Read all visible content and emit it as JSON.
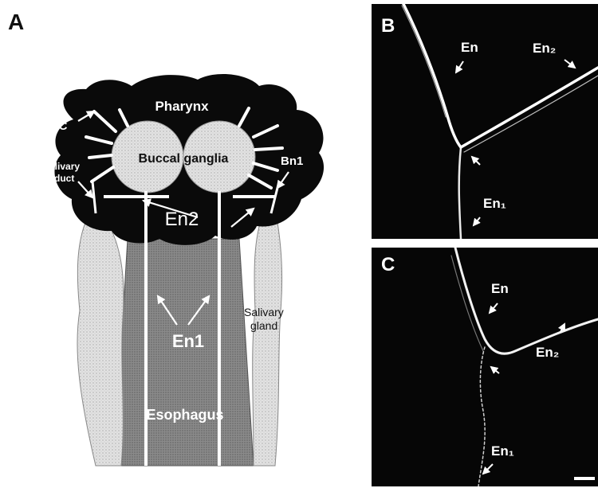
{
  "panel_a": {
    "letter": "A",
    "labels": {
      "pharynx": "Pharynx",
      "cbc": "CBC",
      "buccal_ganglia": "Buccal ganglia",
      "bn1": "Bn1",
      "salivary_duct_line1": "Salivary",
      "salivary_duct_line2": "duct",
      "en2": "En2",
      "salivary_gland_line1": "Salivary",
      "salivary_gland_line2": "gland",
      "en1": "En1",
      "esophagus": "Esophagus"
    }
  },
  "panel_b": {
    "letter": "B",
    "labels": {
      "en": "En",
      "en2": "En₂",
      "en1": "En₁"
    }
  },
  "panel_c": {
    "letter": "C",
    "labels": {
      "en": "En",
      "en2": "En₂",
      "en1": "En₁"
    }
  },
  "colors": {
    "pharynx": "#0a0a0a",
    "ganglia": "#d4d4d4",
    "esophagus": "#8c8c8c",
    "gland": "#e6e6e6",
    "photo_bg": "#060606"
  }
}
